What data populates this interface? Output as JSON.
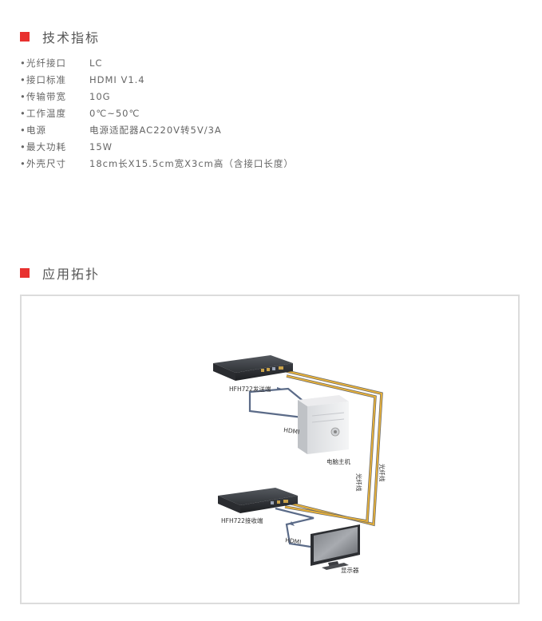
{
  "colors": {
    "accent": "#e8312f",
    "fiber": "#e7b13a",
    "hdmi_cable": "#5b6b88"
  },
  "specs": {
    "title": "技术指标",
    "bullet": "•",
    "items": [
      {
        "label": "光纤接口",
        "value": "LC"
      },
      {
        "label": "接口标准",
        "value": "HDMI V1.4"
      },
      {
        "label": "传输带宽",
        "value": "10G"
      },
      {
        "label": "工作温度",
        "value": "0℃~50℃"
      },
      {
        "label": "电源",
        "value": "电源适配器AC220V转5V/3A"
      },
      {
        "label": "最大功耗",
        "value": "15W"
      },
      {
        "label": "外壳尺寸",
        "value": "18cm长X15.5cm宽X3cm高（含接口长度）"
      }
    ]
  },
  "topology": {
    "title": "应用拓扑",
    "sender_label": "HFH722发送端",
    "receiver_label": "HFH722接收端",
    "pc_label": "电脑主机",
    "monitor_label": "显示器",
    "hdmi_label_top": "HDMI",
    "hdmi_label_bottom": "HDMI",
    "fiber_label_left": "光纤线",
    "fiber_label_right": "光纤线"
  }
}
